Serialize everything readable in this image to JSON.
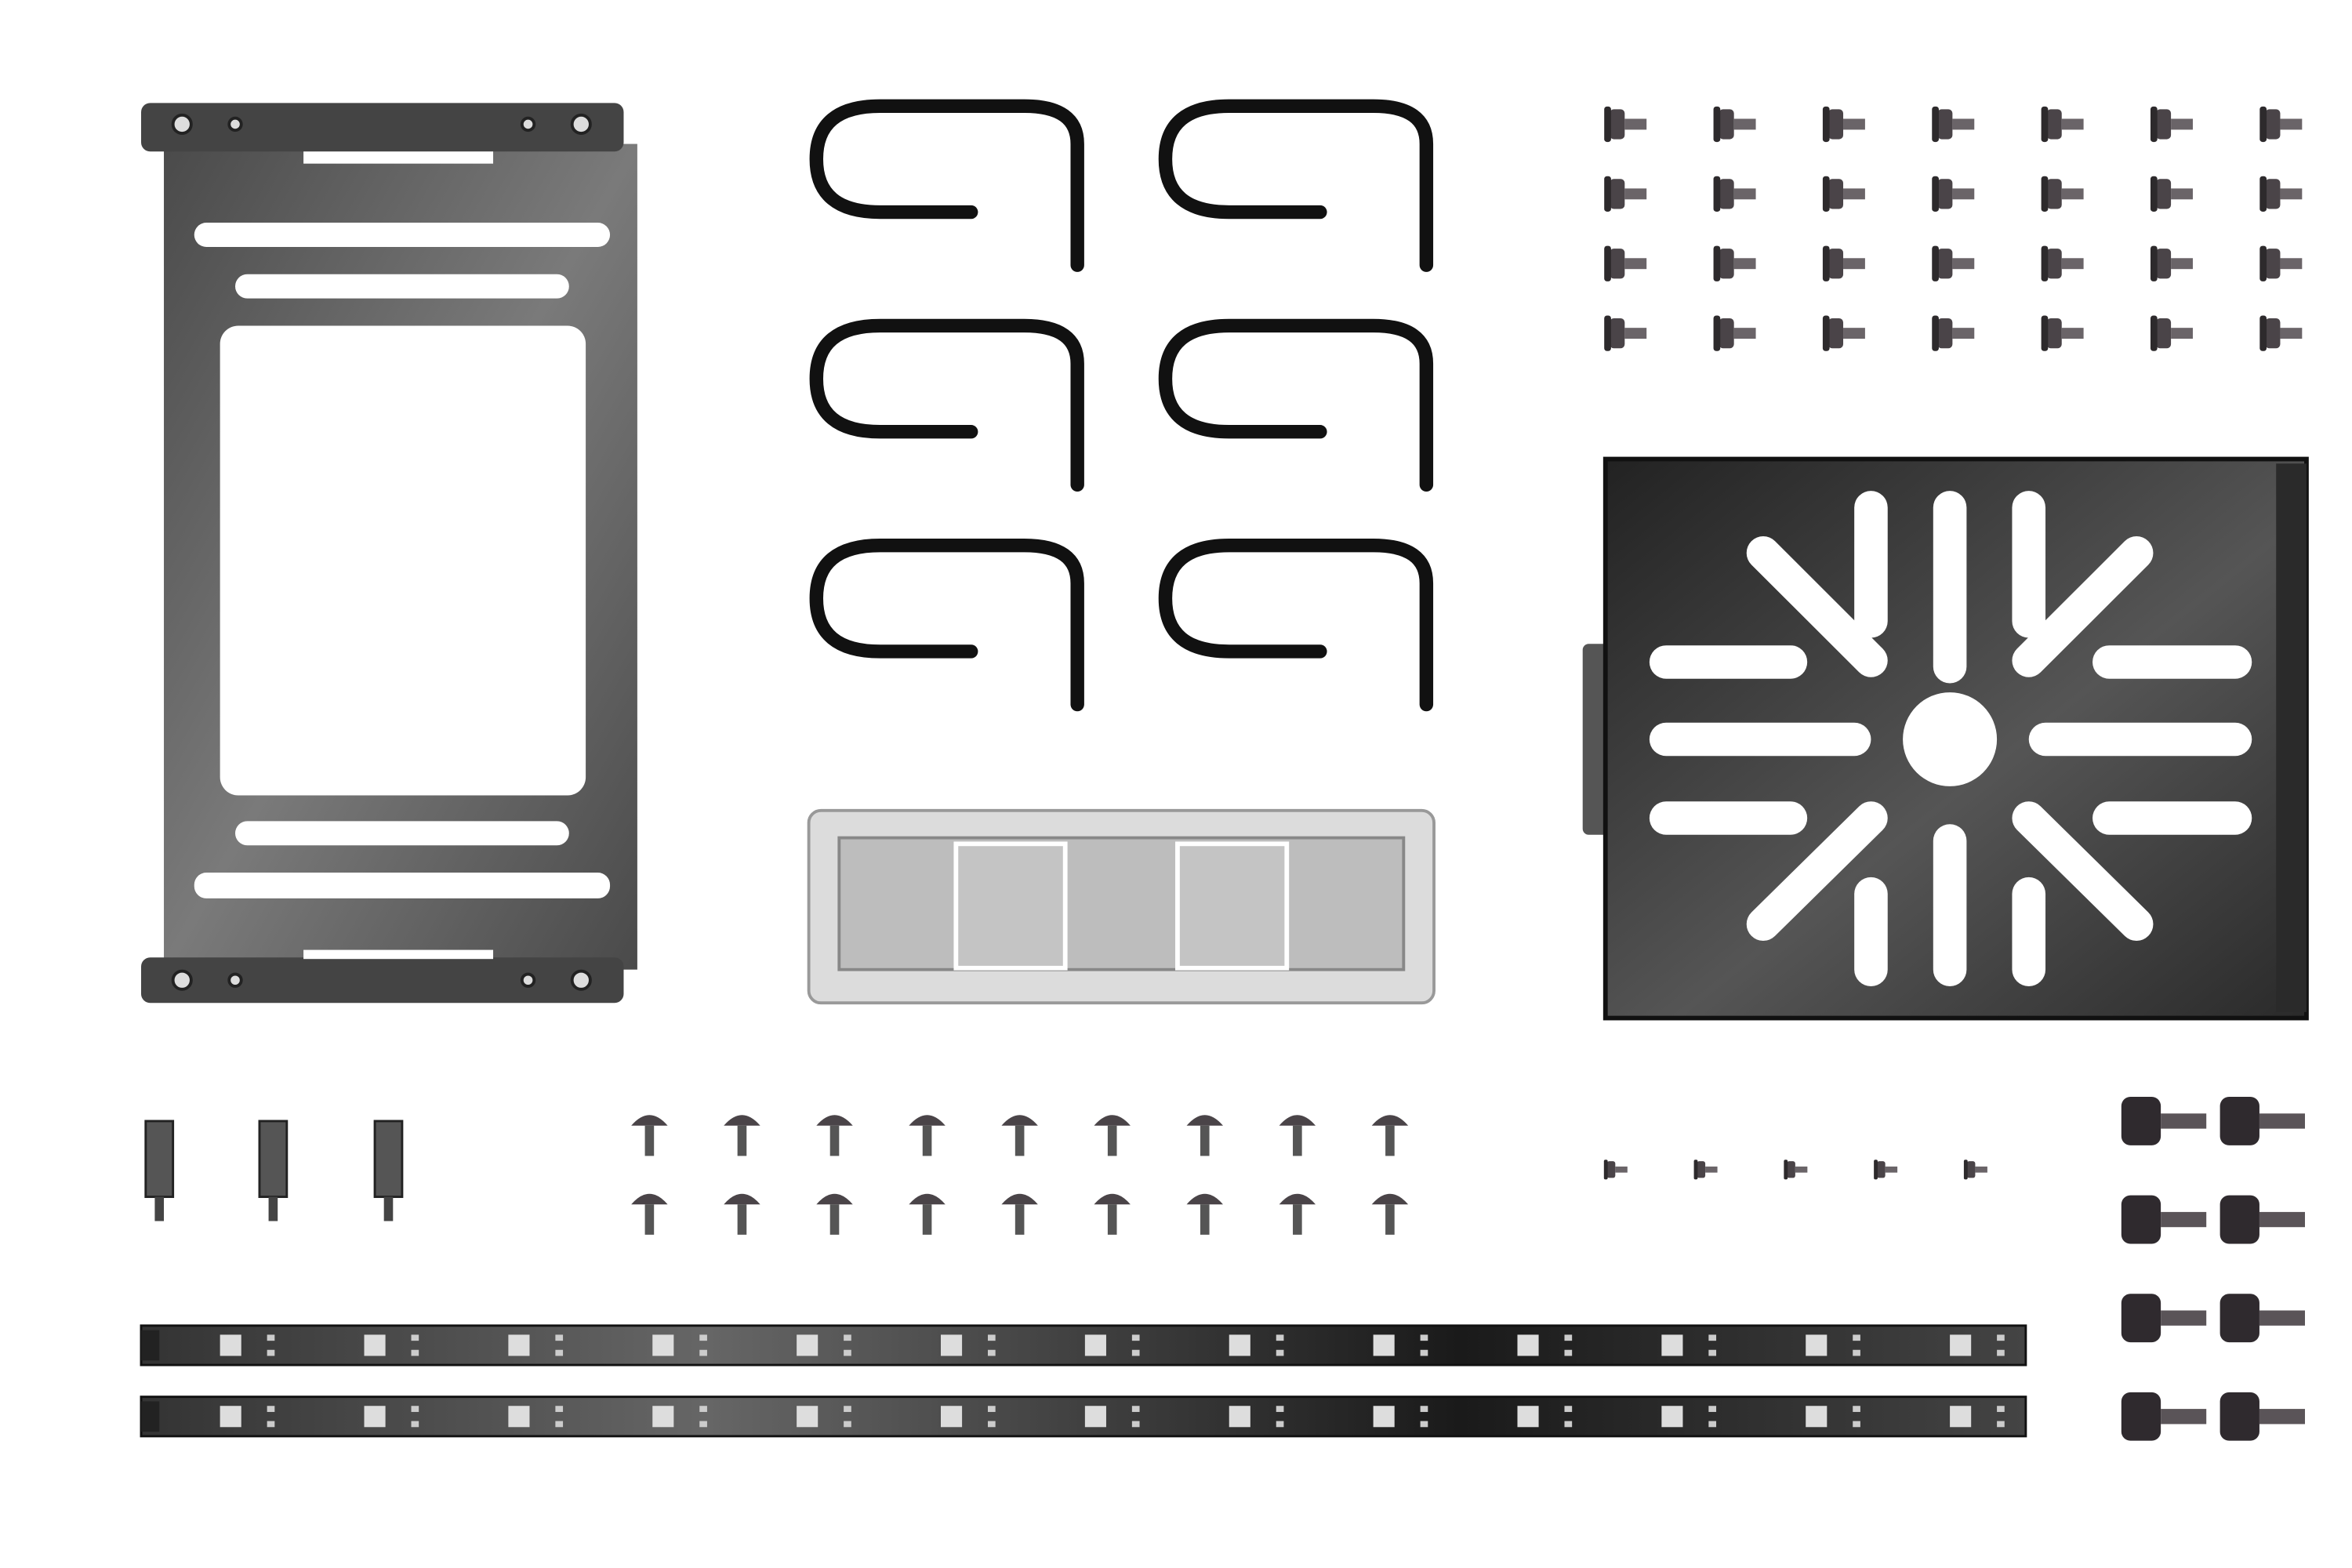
{
  "scene": {
    "background": "#ffffff",
    "colors": {
      "metal_dark": "#3a3a3a",
      "metal_mid": "#5e5e5e",
      "metal_light": "#7a7a7a",
      "hook": "#111111",
      "screw": "#4a4448",
      "panel_light": "#dcdcdc",
      "panel_inner": "#bdbdbd"
    },
    "counts": {
      "velcro_hooks": 6,
      "top_screws": 28,
      "standoffs": 3,
      "mid_screws": 18,
      "small_screws": 5,
      "thumb_screws": 8,
      "led_strips": 2,
      "leds_per_strip": 13
    }
  }
}
